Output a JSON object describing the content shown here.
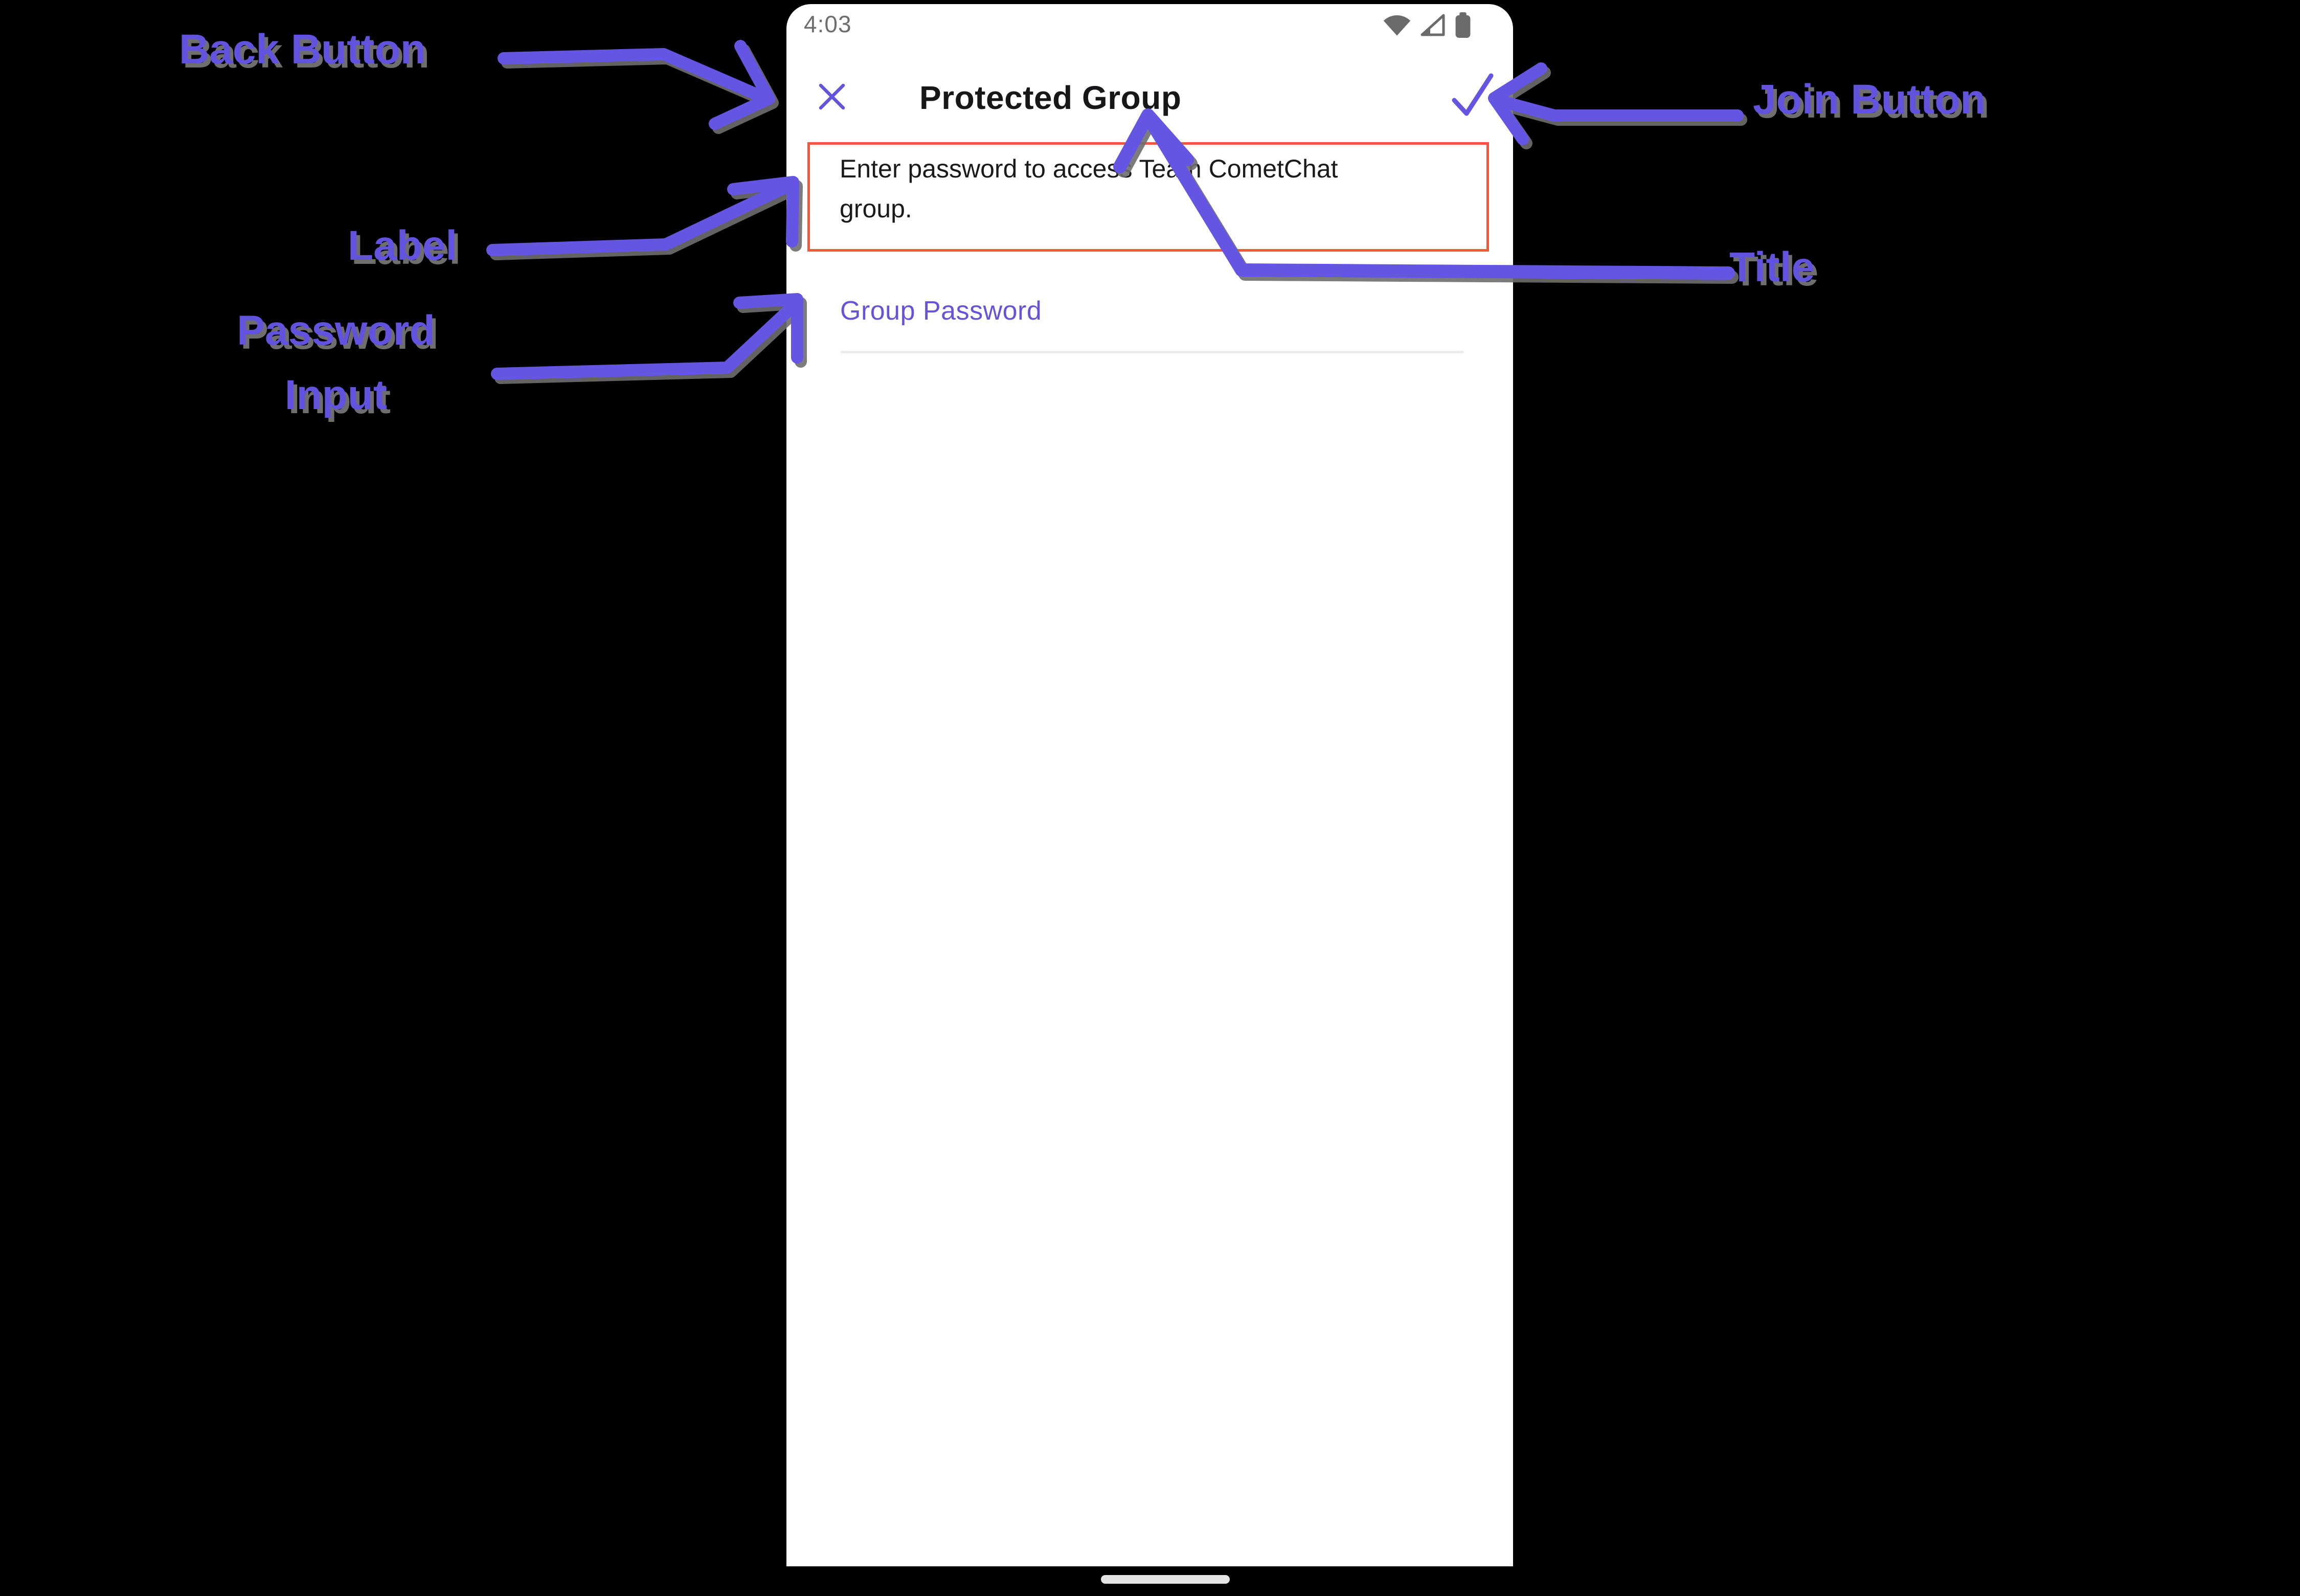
{
  "colors": {
    "background": "#000000",
    "phone_background": "#ffffff",
    "accent_purple": "#6852D6",
    "annotation_purple": "#6253DF",
    "arrow_purple": "#6456E2",
    "annotation_shadow": "#6e6e6e",
    "highlight_border": "#F4583C",
    "status_gray": "#6e6e6e",
    "title_color": "#17171a",
    "underline_gray": "#ececec"
  },
  "annotations": {
    "back_button": "Back Button",
    "label": "Label",
    "password_input": "Password Input",
    "join_button": "Join Button",
    "title": "Title"
  },
  "phone": {
    "status_bar": {
      "time": "4:03",
      "icons": [
        "wifi-icon",
        "cellular-signal-icon",
        "battery-icon"
      ]
    },
    "header": {
      "title": "Protected Group",
      "close_icon": "close-icon",
      "join_icon": "check-icon"
    },
    "label_box": {
      "text": "Enter password to access Team CometChat group."
    },
    "password_field": {
      "placeholder": "Group Password",
      "value": ""
    },
    "home_indicator": "home-indicator"
  }
}
